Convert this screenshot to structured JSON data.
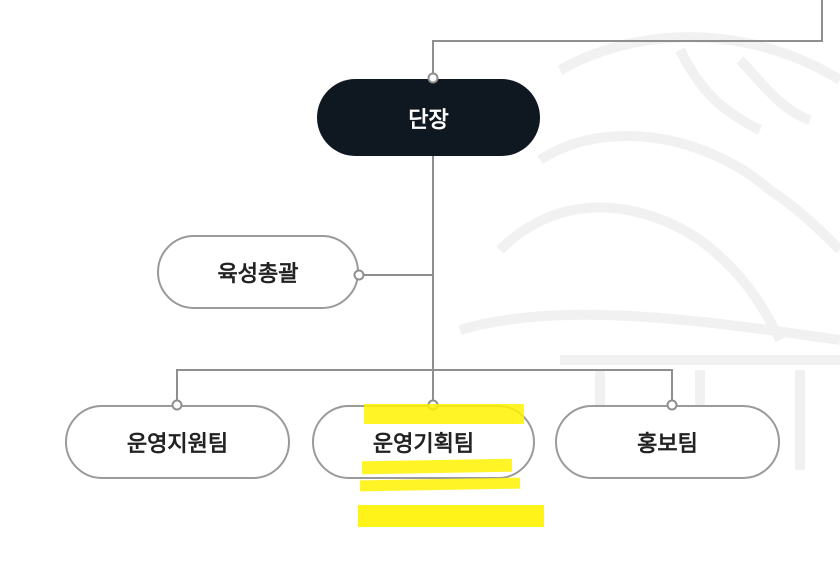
{
  "org": {
    "head": "단장",
    "general": "육성총괄",
    "teams": [
      "운영지원팀",
      "운영기획팀",
      "홍보팀"
    ]
  },
  "colors": {
    "head_fill": "#0f1720",
    "node_border": "#9a9a9a",
    "connector": "#8f8f8f",
    "highlight": "#fff200",
    "watermark": "#f1f1f1"
  }
}
